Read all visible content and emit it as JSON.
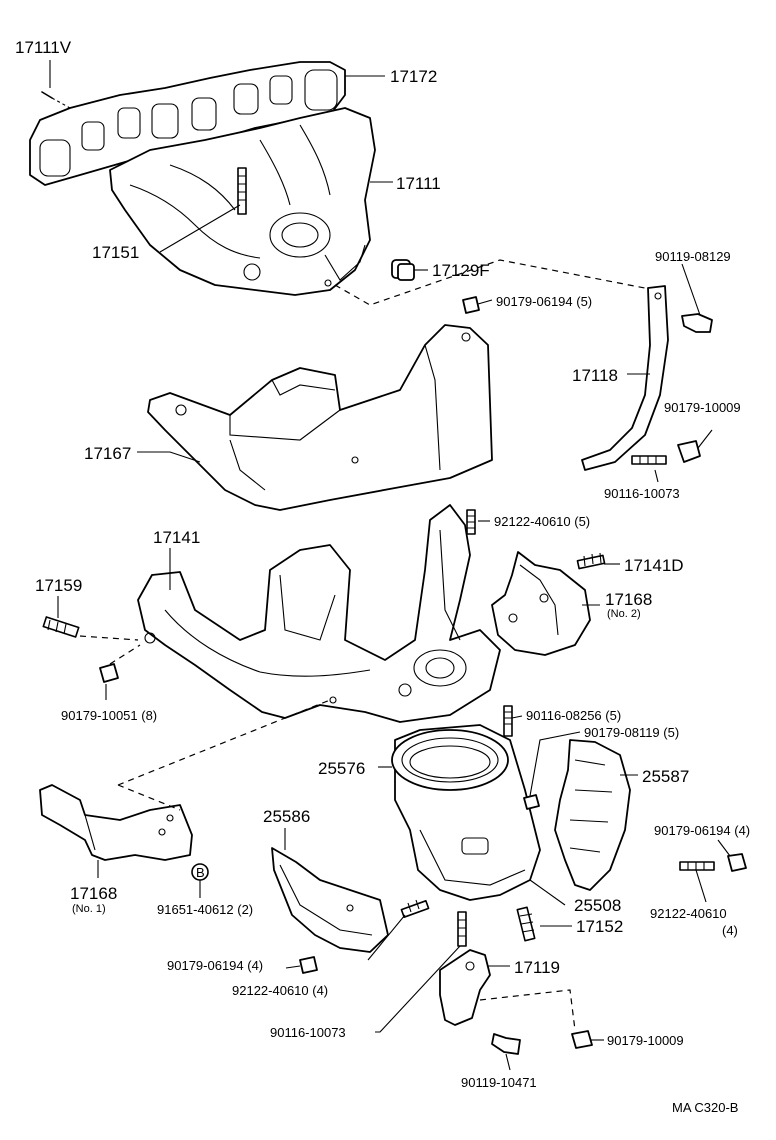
{
  "labels": {
    "p17111V": "17111V",
    "p17172": "17172",
    "p17111": "17111",
    "p17151": "17151",
    "p17129F": "17129F",
    "p90119_08129": "90119-08129",
    "p90179_06194_5": "90179-06194 (5)",
    "p17118": "17118",
    "p90179_10009_a": "90179-10009",
    "p90116_10073_a": "90116-10073",
    "p17167": "17167",
    "p92122_40610_5": "92122-40610 (5)",
    "p17141": "17141",
    "p17141D": "17141D",
    "p17159": "17159",
    "p17168_no2": "17168",
    "no2": "(No. 2)",
    "p90179_10051_8": "90179-10051 (8)",
    "p90116_08256_5": "90116-08256 (5)",
    "p90179_08119_5": "90179-08119 (5)",
    "p25576": "25576",
    "p25587": "25587",
    "p25586": "25586",
    "p90179_06194_4a": "90179-06194 (4)",
    "p17168_no1": "17168",
    "no1": "(No. 1)",
    "p91651_40612_2": "91651-40612 (2)",
    "p25508": "25508",
    "p17152": "17152",
    "p92122_40610_b": "92122-40610",
    "p92122_40610_b_qty": "(4)",
    "p90179_06194_4b": "90179-06194 (4)",
    "p92122_40610_4": "92122-40610 (4)",
    "p17119": "17119",
    "p90116_10073_b": "90116-10073",
    "p90179_10009_b": "90179-10009",
    "p90119_10471": "90119-10471",
    "circle_b": "B",
    "footer": "MA  C320-B"
  }
}
